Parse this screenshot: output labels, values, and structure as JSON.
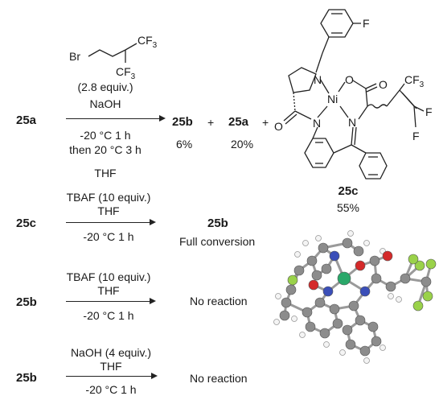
{
  "reagent_bromide": {
    "br": "Br",
    "cf3_top": "CF",
    "cf3_top_sub": "3",
    "cf3_bottom": "CF",
    "cf3_bottom_sub": "3"
  },
  "row1": {
    "start": "25a",
    "reagent_equiv": "(2.8 equiv.)",
    "base": "NaOH",
    "cond1": "-20 °C 1 h",
    "cond2": "then 20 °C 3 h",
    "solvent": "THF",
    "product1": "25b",
    "product1_yield": "6%",
    "plus1": "+",
    "product2": "25a",
    "product2_yield": "20%",
    "plus2": "+",
    "product3": "25c",
    "product3_yield": "55%"
  },
  "complex": {
    "f_aryl": "F",
    "n_top": "N",
    "o": "O",
    "o_carbonyl": "O",
    "ni": "Ni",
    "n_amide": "N",
    "n_imine": "N",
    "n_imine2": "N",
    "o_amide": "O",
    "cf3": "CF",
    "cf3_sub": "3",
    "f1": "F",
    "f2": "F"
  },
  "row2": {
    "start": "25c",
    "reagent": "TBAF (10 equiv.)",
    "solvent": "THF",
    "cond": "-20 °C 1 h",
    "product": "25b",
    "result": "Full conversion"
  },
  "row3": {
    "start": "25b",
    "reagent": "TBAF (10 equiv.)",
    "solvent": "THF",
    "cond": "-20 °C 1 h",
    "result": "No reaction"
  },
  "row4": {
    "start": "25b",
    "reagent": "NaOH (4 equiv.)",
    "solvent": "THF",
    "cond": "-20 °C 1 h",
    "result": "No reaction"
  },
  "colors": {
    "carbon": "#8c8c8c",
    "hydrogen": "#f4f4f4",
    "nitrogen": "#3b4fb8",
    "oxygen": "#d42a2a",
    "fluorine": "#9ad24a",
    "nickel": "#2aa86a"
  }
}
